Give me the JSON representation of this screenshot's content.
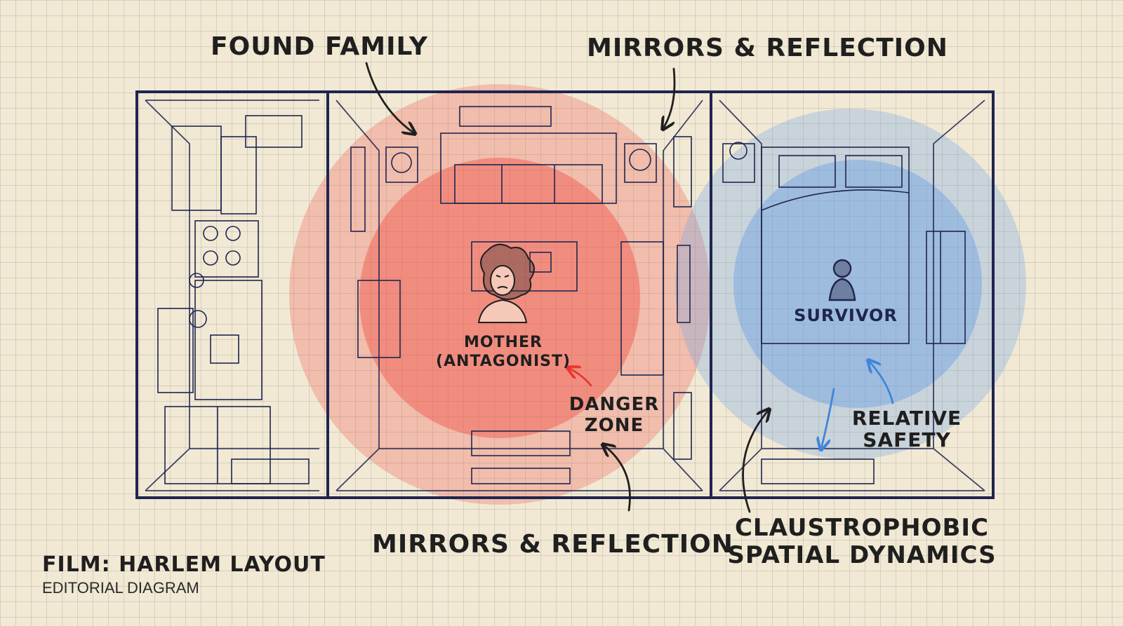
{
  "labels": {
    "found_family": "FOUND FAMILY",
    "mirrors_top": "MIRRORS & REFLECTION",
    "mirrors_bottom": "MIRRORS & REFLECTION",
    "mother_line1": "MOTHER",
    "mother_line2": "(ANTAGONIST)",
    "danger_line1": "DANGER",
    "danger_line2": "ZONE",
    "survivor": "SURVIVOR",
    "safety_line1": "RELATIVE",
    "safety_line2": "SAFETY",
    "claustro_line1": "CLAUSTROPHOBIC",
    "claustro_line2": "SPATIAL DYNAMICS"
  },
  "footer": {
    "title": "FILM: HARLEM LAYOUT",
    "subtitle": "EDITORIAL DIAGRAM"
  },
  "colors": {
    "ink": "#1f2550",
    "danger": "#f0504a",
    "safety": "#5a95e6",
    "paper": "#f1e9d4"
  },
  "icons": [
    "mother-portrait-icon",
    "survivor-person-icon"
  ]
}
